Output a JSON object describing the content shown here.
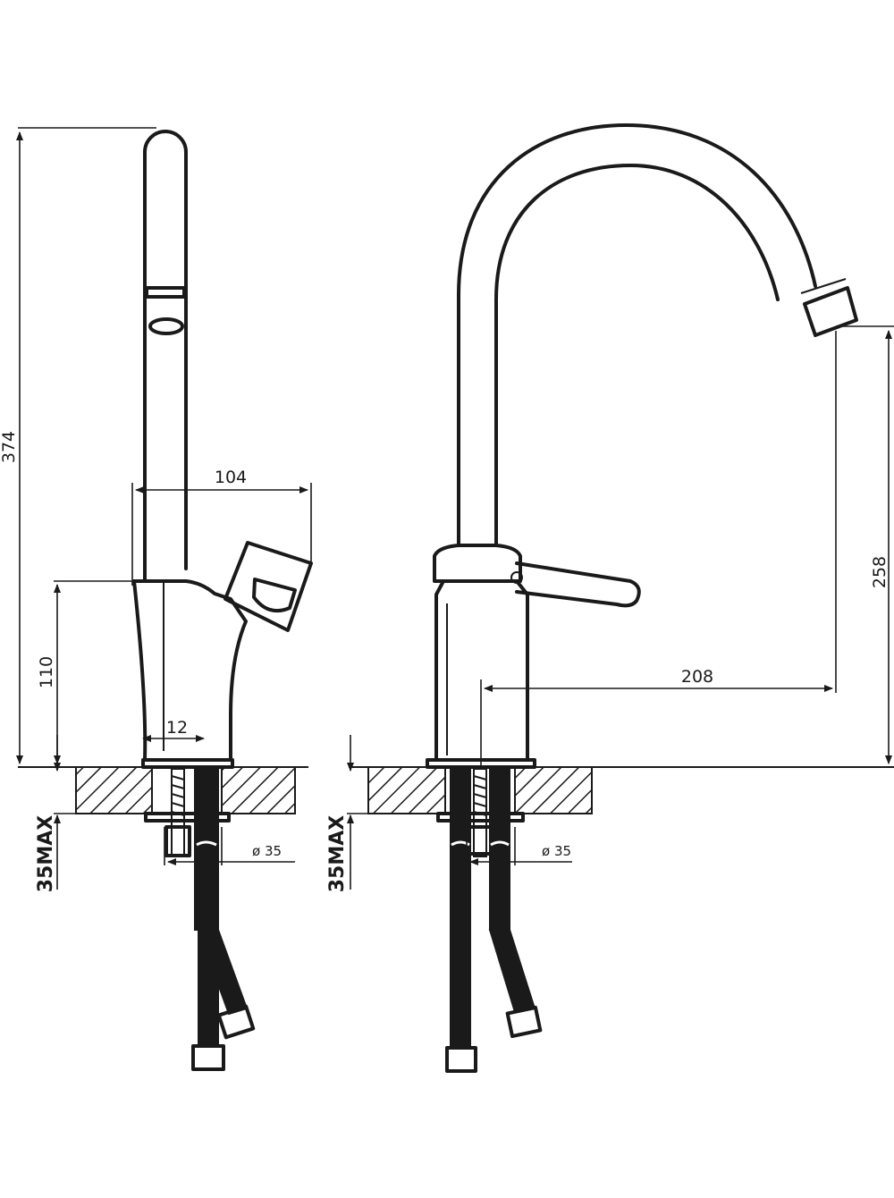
{
  "dimensions": {
    "side": {
      "total_height": "374",
      "handle_reach": "104",
      "base_height": "110",
      "base_offset": "12",
      "counter_max": "35MAX",
      "hole_diameter": "ø 35"
    },
    "front": {
      "spout_height": "258",
      "spout_reach": "208",
      "counter_max": "35MAX",
      "hole_diameter": "ø 35"
    }
  },
  "colors": {
    "line": "#1a1a1a",
    "background": "#ffffff"
  }
}
